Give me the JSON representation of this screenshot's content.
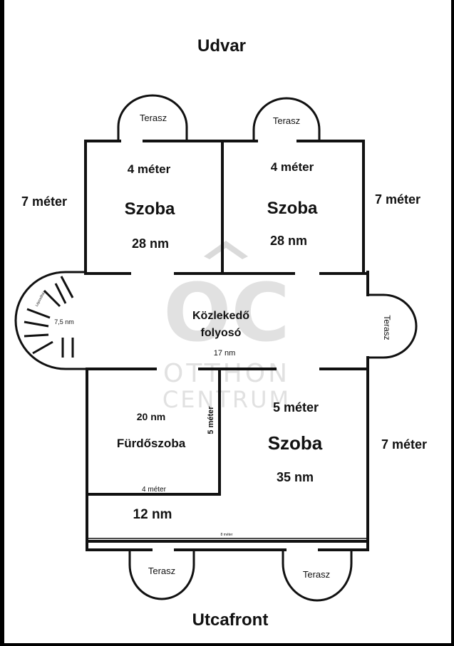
{
  "labels": {
    "top": "Udvar",
    "bottom": "Utcafront",
    "terrace": "Terasz",
    "left_height": "7 méter",
    "right_top_height": "7 méter",
    "right_bottom_height": "7 méter",
    "room1_width": "4 méter",
    "room1_name": "Szoba",
    "room1_area": "28 nm",
    "room2_width": "4 méter",
    "room2_name": "Szoba",
    "room2_area": "28 nm",
    "corridor_name_line1": "Közlekedő",
    "corridor_name_line2": "folyosó",
    "corridor_area": "17 nm",
    "stair_area": "7,5 nm",
    "stair_name": "Lépcsőház",
    "bath_area": "20 nm",
    "bath_name": "Fürdőszoba",
    "bath_height": "5 méter",
    "bath_width": "4 méter",
    "room3_width": "5 méter",
    "room3_name": "Szoba",
    "room3_area": "35 nm",
    "strip_area": "12 nm",
    "bottom_width": "8 méter"
  },
  "watermark": {
    "logo": "OC",
    "line1": "OTTHON",
    "line2": "CENTRUM"
  }
}
